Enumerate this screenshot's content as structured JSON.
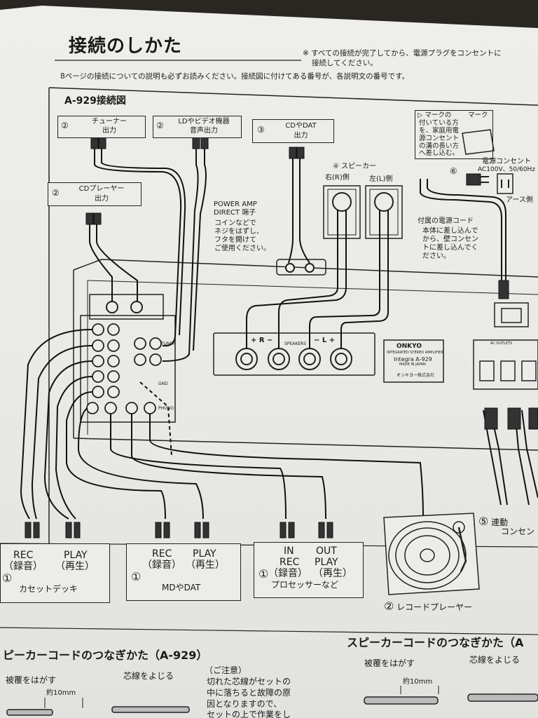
{
  "header": {
    "title": "接続のしかた",
    "note_line1": "※ すべての接続が完了してから、電源プラグをコンセントに",
    "note_line2": "接続してください。",
    "intro": "8ページの接続についての説明も必ずお読みください。接続図に付けてある番号が、各説明文の番号です。"
  },
  "diagram": {
    "title": "A-929接続図",
    "tuner": {
      "num": "②",
      "line1": "チューナー",
      "line2": "出力"
    },
    "ld_video": {
      "num": "②",
      "line1": "LDやビデオ機器",
      "line2": "音声出力"
    },
    "cd_dat": {
      "num": "③",
      "line1": "CDやDAT",
      "line2": "出力"
    },
    "cd_player": {
      "num": "②",
      "line1": "CDプレーヤー",
      "line2": "出力"
    },
    "speaker": {
      "num": "④",
      "label": "スピーカー",
      "right": "右(R)側",
      "left": "左(L)側"
    },
    "power_note": {
      "line1": "▷ マークの",
      "mark": "マーク",
      "line2": "付いている方",
      "line3": "を、家庭用電",
      "line4": "源コンセント",
      "line5": "の溝の長い方",
      "line6": "へ差し込む。"
    },
    "outlet": {
      "title": "電源コンセント",
      "spec": "AC100V、50/60Hz",
      "num": "⑥",
      "earth": "アース側"
    },
    "cord": {
      "title": "付属の電源コード",
      "line1": "本体に差し込んで",
      "line2": "から、壁コンセン",
      "line3": "トに差し込んでく",
      "line4": "ださい。"
    },
    "power_amp": {
      "line1": "POWER AMP",
      "line2": "DIRECT 端子",
      "line3": "コインなどで",
      "line4": "ネジをはずし、",
      "line5": "フタを開けて",
      "line6": "ご使用ください。"
    },
    "speakers_panel": {
      "r": "+ R −",
      "label": "SPEAKERS",
      "l": "− L +"
    },
    "nameplate": {
      "brand": "ONKYO",
      "line1": "INTEGRATED STEREO AMPLIFIER",
      "model": "Integra A-929",
      "made": "MADE IN JAPAN",
      "maker": "オンキヨー株式会社"
    },
    "ac_outlets": "AC OUTLETS",
    "jacks": {
      "tuner": "TUNER",
      "gnd": "GND",
      "phono": "PHONO"
    },
    "cassette": {
      "num": "①",
      "rec": "REC",
      "rec_jp": "（録音）",
      "play": "PLAY",
      "play_jp": "（再生）",
      "name": "カセットデッキ"
    },
    "md_dat": {
      "num": "①",
      "rec": "REC",
      "rec_jp": "（録音）",
      "play": "PLAY",
      "play_jp": "（再生）",
      "name": "MDやDAT"
    },
    "processor": {
      "in": "IN",
      "out": "OUT",
      "rec": "REC",
      "rec_jp": "（録音）",
      "play": "PLAY",
      "play_jp": "（再生）",
      "num": "①",
      "name": "プロセッサーなど"
    },
    "record_player": {
      "num": "②",
      "name": "レコードプレーヤー"
    },
    "linked": {
      "num": "⑤",
      "line1": "連動",
      "line2": "コンセン"
    }
  },
  "footer": {
    "left_title": "ピーカーコードのつなぎかた（A-929）",
    "strip": "被覆をはがす",
    "twist": "芯線をよじる",
    "length": "約10mm",
    "caution_title": "（ご注意）",
    "caution1": "切れた芯線がセットの",
    "caution2": "中に落ちると故障の原",
    "caution3": "因となりますので、",
    "caution4": "セットの上で作業をし",
    "right_title": "スピーカーコードのつなぎかた（A",
    "right_strip": "被覆をはがす",
    "right_twist": "芯線をよじる",
    "right_length": "約10mm"
  }
}
